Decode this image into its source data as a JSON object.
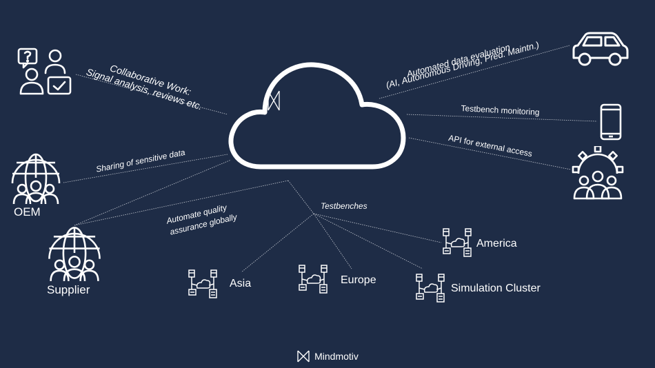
{
  "colors": {
    "background": "#1e2c46",
    "foreground": "#ffffff",
    "connector": "#c7cbd3"
  },
  "cloud": {
    "icon": "mindmotiv-logo-cloud-icon"
  },
  "labels": {
    "collab_line1": "Collaborative Work:",
    "collab_line2": "Signal analysis, reviews etc.",
    "sharing": "Sharing of sensitive data",
    "quality_line1": "Automate quality",
    "quality_line2": "assurance globally",
    "auto_eval_line1": "Automated data evaluation",
    "auto_eval_line2": "(AI, Autonomous Driving, Pred. Maintn.)",
    "testbench_monitoring": "Testbench monitoring",
    "api_access": "API for external access",
    "testbenches": "Testbenches"
  },
  "nodes": {
    "oem": "OEM",
    "supplier": "Supplier",
    "asia": "Asia",
    "europe": "Europe",
    "america": "America",
    "simulation_cluster": "Simulation Cluster"
  },
  "icons": {
    "collaboration": "team-collaboration-icon",
    "oem": "globe-people-icon",
    "supplier": "globe-people-icon",
    "car": "car-icon",
    "phone": "smartphone-icon",
    "api": "gear-people-icon",
    "testbench": "server-cloud-network-icon"
  },
  "footer": {
    "brand": "Mindmotiv",
    "logo": "mindmotiv-logo-icon"
  }
}
